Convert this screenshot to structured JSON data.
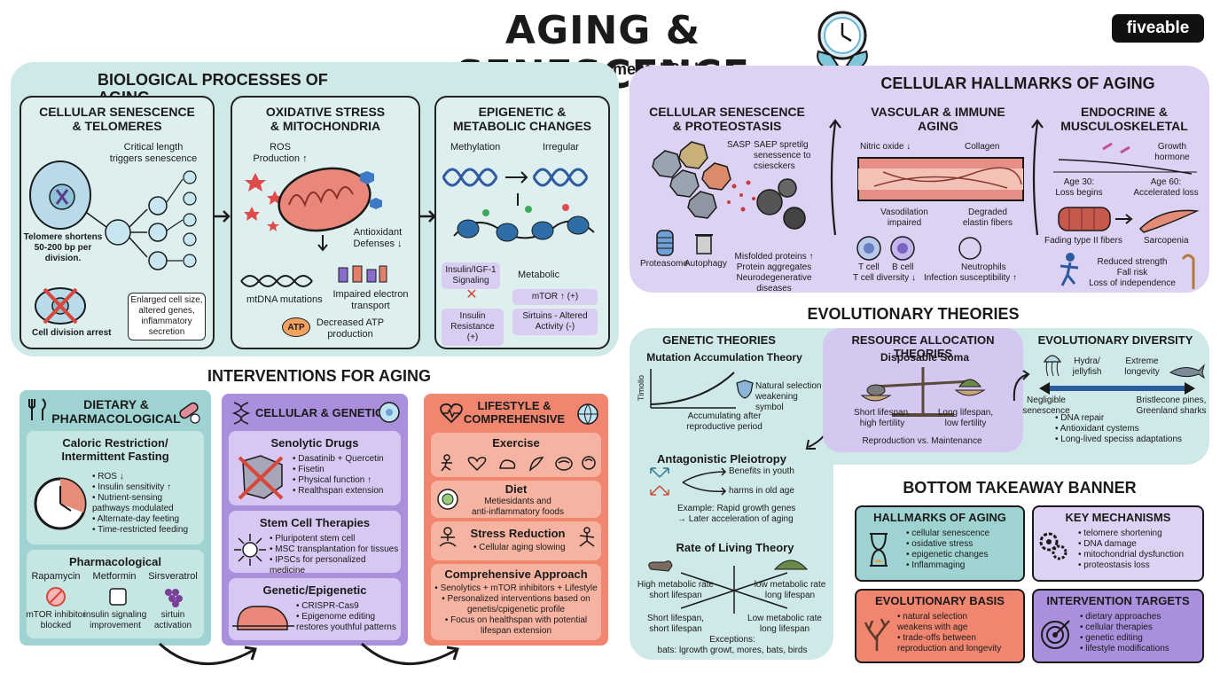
{
  "header": {
    "title": "AGING & SENESCENCE",
    "subtitle": "Unit 9.3 - Developmental Biology",
    "brand": "fiveable"
  },
  "colors": {
    "teal_bg": "#cfe8e8",
    "lavender_bg": "#ddd2f3",
    "purple_panel": "#a98fdc",
    "coral": "#f08670",
    "teal_panel": "#9fd3d1",
    "dark": "#1a1a1a"
  },
  "bio": {
    "title": "BIOLOGICAL PROCESSES OF AGING",
    "senescence": {
      "title": "CELLULAR SENESCENCE\n& TELOMERES",
      "critical": "Critical length\ntriggers senescence",
      "telomere": "Telomere shortens\n50-200 bp per\ndivision.",
      "enlarged": "Enlarged cell size,\naltered genes,\ninflammatory\nsecretion",
      "arrest": "Cell division arrest"
    },
    "oxidative": {
      "title": "OXIDATIVE STRESS\n& MITOCHONDRIA",
      "ros": "ROS\nProduction ↑",
      "antioxidant": "Antioxidant\nDefenses ↓",
      "mtdna": "mtDNA mutations",
      "impaired": "Impaired electron\ntransport",
      "atp": "ATP",
      "decreased": "Decreased ATP\nproduction"
    },
    "epigenetic": {
      "title": "EPIGENETIC &\nMETABOLIC CHANGES",
      "methylation": "Methylation",
      "irregular": "Irregular",
      "insulin_sig": "Insulin/IGF-1\nSignaling",
      "metabolic": "Metabolic",
      "mtor": "mTOR ↑ (+)",
      "insulin_res": "Insulin\nResistance (+)",
      "sirtuins": "Sirtuins - Altered\nActivity (-)"
    }
  },
  "hallmarks": {
    "title": "CELLULAR HALLMARKS OF AGING",
    "proteostasis": {
      "title": "CELLULAR SENESCENCE\n& PROTEOSTASIS",
      "sasp": "SASP",
      "sasp_desc": "SAEP spretilg\nsenessence to\ncsiesckers",
      "proteasome": "Proteasome",
      "autophagy": "Autophagy",
      "misfolded": "Misfolded proteins ↑\nProtein aggregates\nNeurodegenerative\ndiseases"
    },
    "vascular": {
      "title": "VASCULAR & IMMUNE\nAGING",
      "nitric": "Nitric oxide ↓",
      "collagen": "Collagen",
      "vasodilation": "Vasodilation\nimpaired",
      "elastin": "Degraded\nelastin fibers",
      "tcell": "T cell",
      "bcell": "B cell",
      "tdiversity": "T cell diversity ↓",
      "neutrophils": "Neutrophils",
      "infection": "Infection susceptibility ↑"
    },
    "endocrine": {
      "title": "ENDOCRINE &\nMUSCULOSKELETAL",
      "growth": "Growth\nhormone",
      "age30": "Age 30:\nLoss begins",
      "age60": "Age 60:\nAccelerated loss",
      "fading": "Fading type II fibers",
      "sarcopenia": "Sarcopenia",
      "reduced": "Reduced strength\nFall risk\nLoss of independence"
    }
  },
  "interventions": {
    "title": "INTERVENTIONS FOR AGING",
    "dietary": {
      "title": "DIETARY &\nPHARMACOLOGICAL",
      "cr_title": "Caloric Restriction/\nIntermittent Fasting",
      "cr_items": [
        "ROS ↓",
        "Insulin sensitivity ↑",
        "Nutrient-sensing\npathways modulated",
        "Alternate-day feeting",
        "Time-restricted feeding"
      ],
      "pharma_title": "Pharmacological",
      "drugs": [
        {
          "name": "Rapamycin",
          "desc": "mTOR inhibitor\nblocked"
        },
        {
          "name": "Metformin",
          "desc": "insulin signaling\nimprovement"
        },
        {
          "name": "Sirsveratrol",
          "desc": "sirtuin\nactivation"
        }
      ]
    },
    "cellular": {
      "title": "CELLULAR & GENETIC",
      "senolytic_title": "Senolytic Drugs",
      "senolytic_items": [
        "Dasatinib + Quercetin",
        "Fisetin",
        "Physical function ↑",
        "Realthspan extension"
      ],
      "stem_title": "Stem Cell Therapies",
      "stem_items": [
        "Pluripotent stem cell",
        "MSC transplantation for tissues",
        "IPSCs for personalized medicine"
      ],
      "genetic_title": "Genetic/Epigenetic",
      "genetic_items": [
        "CRISPR-Cas9",
        "Epigenome editing\nrestores youthful patterns"
      ]
    },
    "lifestyle": {
      "title": "LIFESTYLE &\nCOMPREHENSIVE",
      "exercise": "Exercise",
      "diet_title": "Diet",
      "diet_desc": "Metiesidants and\nanti-inflammatory foods",
      "stress_title": "Stress Reduction",
      "stress_items": [
        "Cellular aging slowing"
      ],
      "comp_title": "Comprehensive Approach",
      "comp_items": [
        "Senolytics + mTOR inhibitors + Lifestyle",
        "Personalized interventions based on\ngenetis/cpigenetic profile",
        "Focus on healthspan with potential\nlifespan extension"
      ]
    }
  },
  "evolution": {
    "title": "EVOLUTIONARY THEORIES",
    "genetic": {
      "title": "GENETIC THEORIES",
      "mutation": "Mutation Accumulation Theory",
      "yaxis": "Tlmollo",
      "natural": "Natural selection\nweakening symbol",
      "accum": "Accumulating after\nreproductive period",
      "antag": "Antagonistic Pleiotropy",
      "benefits": "Benefits in youth",
      "harms": "harms in old age",
      "example": "Example: Rapid growth genes\n→ Later acceleration of aging",
      "rate": "Rate of Living Theory",
      "high": "High metabolic rate\nshort lifespan",
      "low": "low metabolic rate\nlong lifespan",
      "short": "Short lifespan,\nshort lifespan",
      "lowlong": "Low metabolic rate\nlong lifespan",
      "exceptions": "Exceptions:\nbats: lgrowth growt, mores, bats, birds"
    },
    "resource": {
      "title": "RESOURCE ALLOCATION THEORIES",
      "soma": "Disposable Soma",
      "short": "Short lifespan,\nhigh fertility",
      "long": "Long lifespan,\nlow fertility",
      "repro": "Reproduction vs. Maintenance"
    },
    "diversity": {
      "title": "EVOLUTIONARY DIVERSITY",
      "hydra": "Hydra/\njellyfish",
      "extreme": "Extreme\nlongevity",
      "negligible": "Negligible\nsenescence",
      "bristle": "Bristlecone pines,\nGreenland sharks",
      "items": [
        "DNA repair",
        "Antioxidant cystems",
        "Long-lived speciss adaptations"
      ]
    }
  },
  "takeaway": {
    "title": "BOTTOM TAKEAWAY BANNER",
    "hallmarks": {
      "title": "HALLMARKS OF AGING",
      "items": [
        "cellular senescence",
        "osidative stress",
        "epigenetic changes",
        "Inflammaging"
      ]
    },
    "mechanisms": {
      "title": "KEY MECHANISMS",
      "items": [
        "telomere shortening",
        "DNA damage",
        "mitochondrial dysfunction",
        "proteostasis loss"
      ]
    },
    "basis": {
      "title": "EVOLUTIONARY BASIS",
      "items": [
        "natural selection\nweakens with age",
        "trade-offs between\nreproduction and longevity"
      ]
    },
    "targets": {
      "title": "INTERVENTION TARGETS",
      "items": [
        "dietary approaches",
        "cellular therapies",
        "genetic editing",
        "lifestyle modifications"
      ]
    }
  }
}
